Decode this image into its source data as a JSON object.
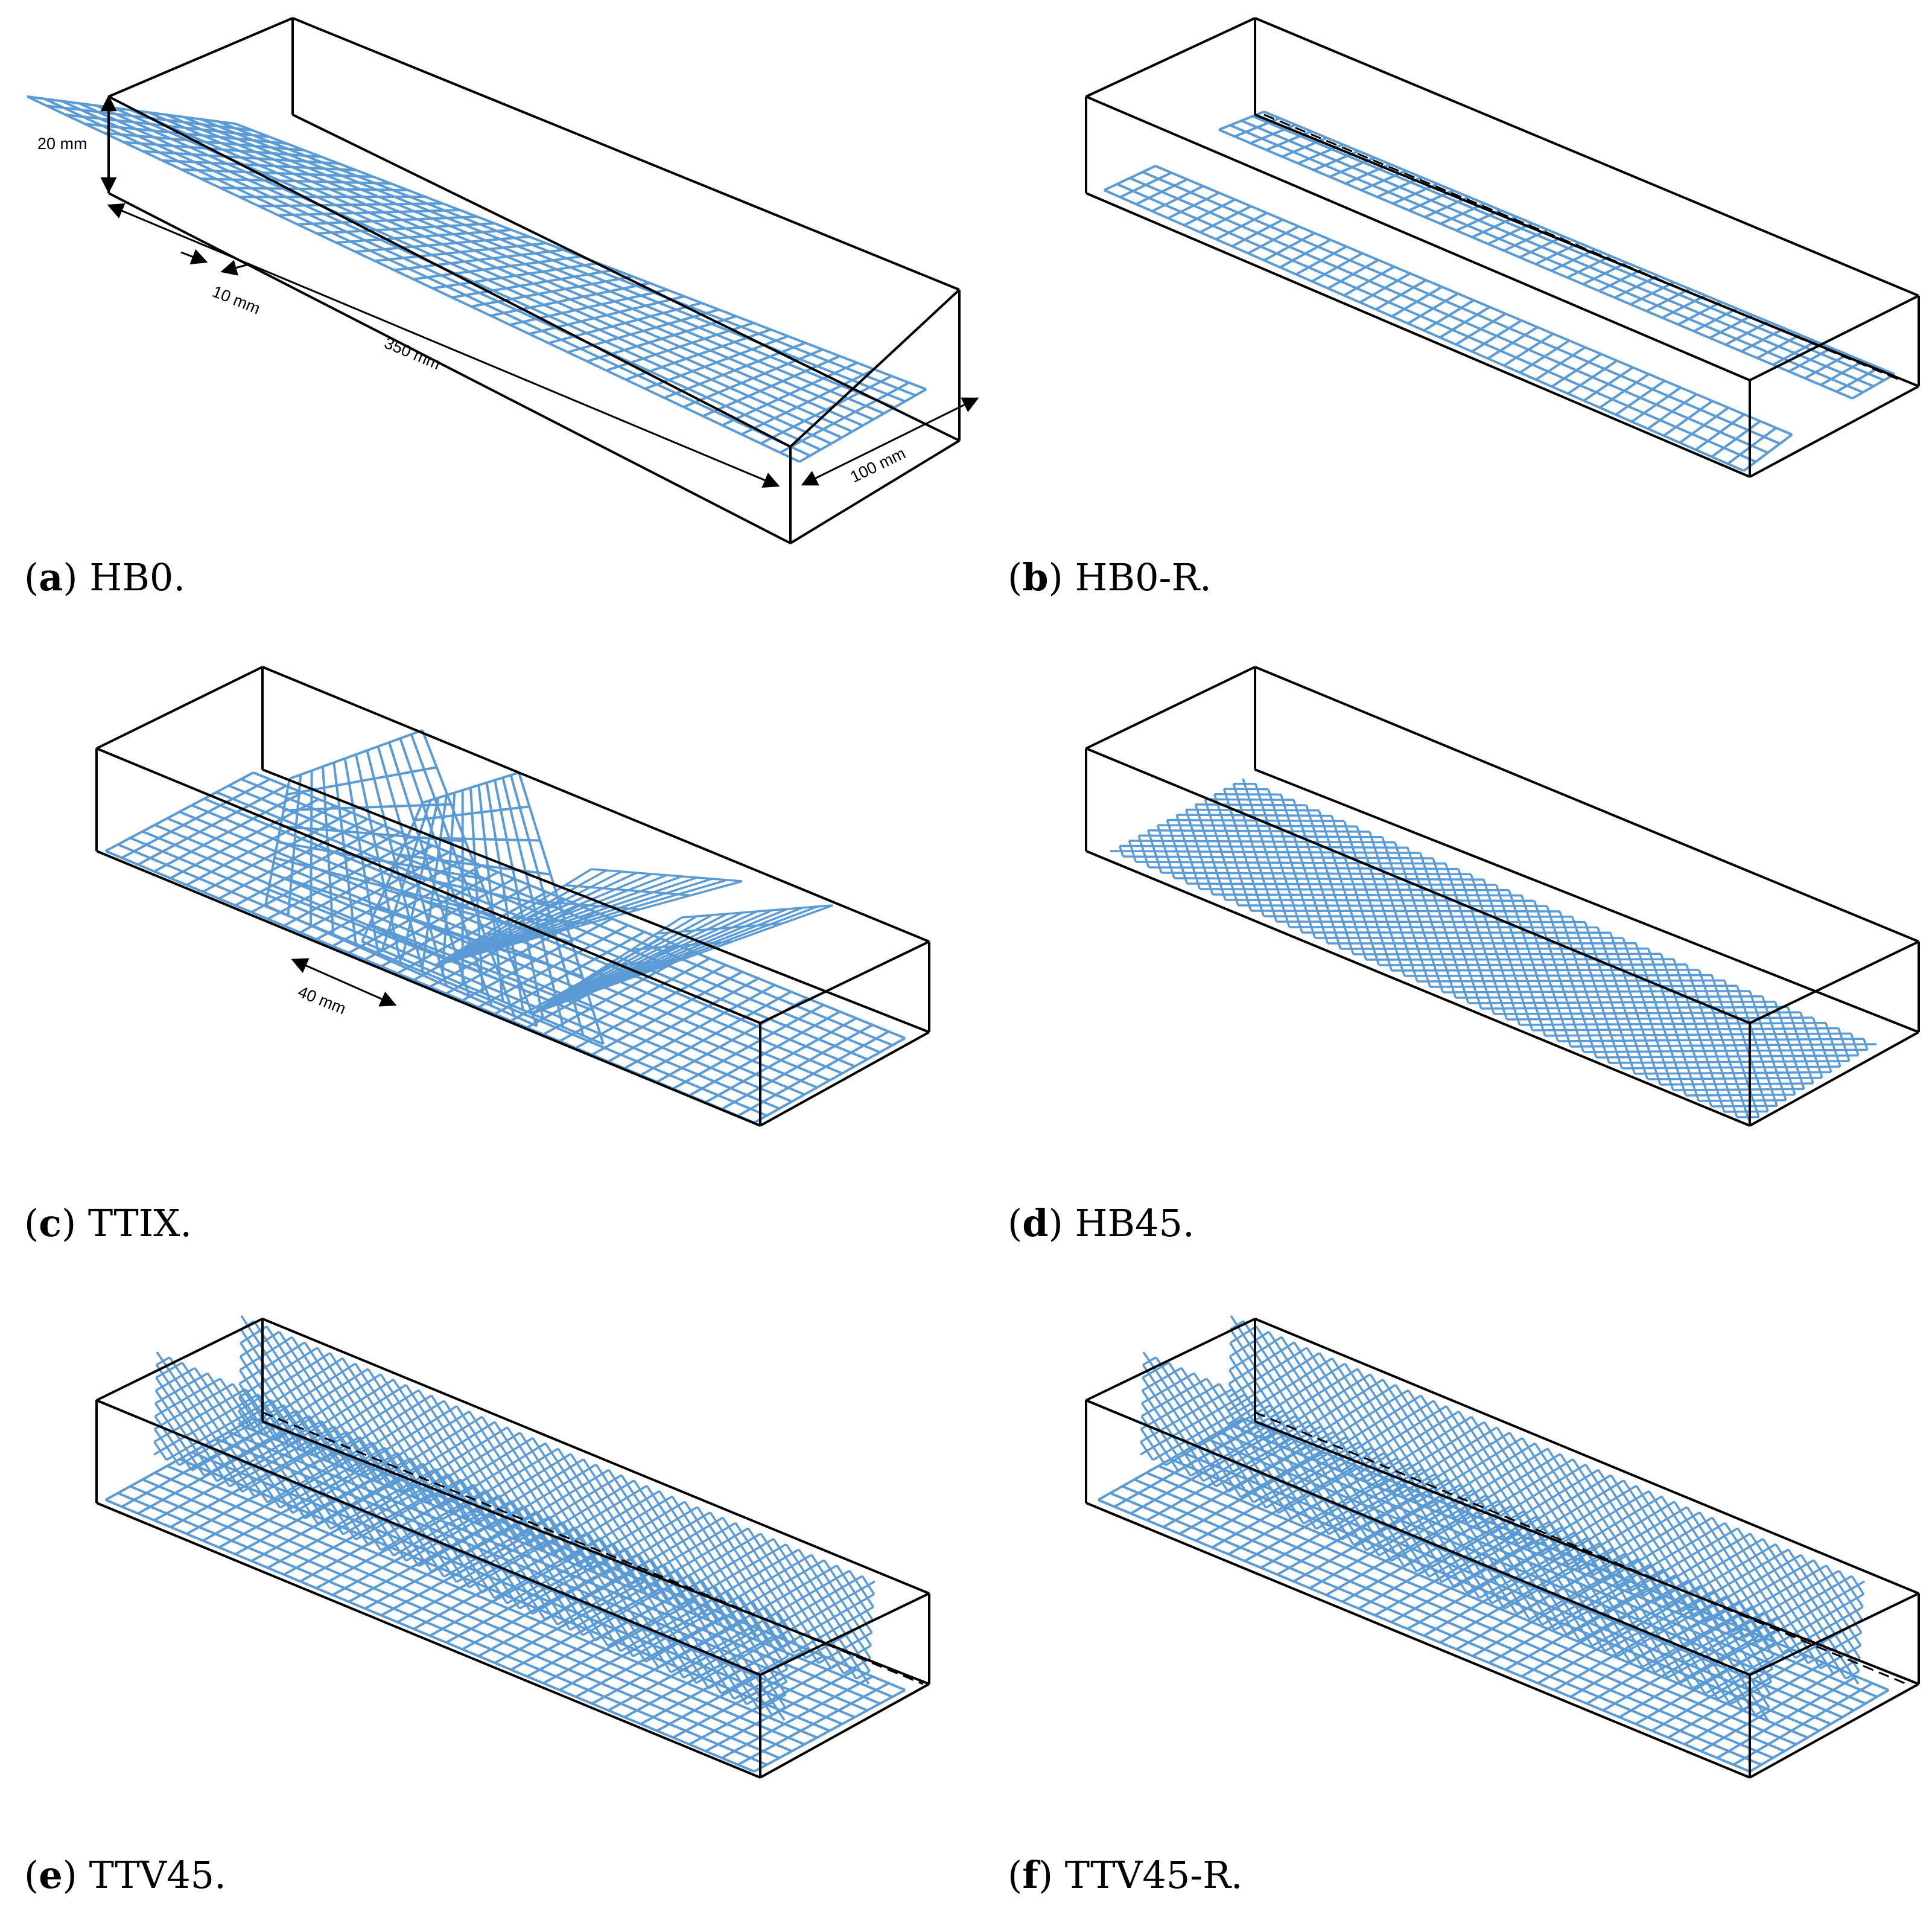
{
  "mesh_color": "#5b9bd5",
  "box_color": "#000000",
  "panels": [
    {
      "id": "a",
      "letter": "a",
      "label": "HB0.",
      "dims": {
        "height": "20 mm",
        "spacing": "10 mm",
        "length": "350 mm",
        "width": "100 mm"
      }
    },
    {
      "id": "b",
      "letter": "b",
      "label": "HB0-R."
    },
    {
      "id": "c",
      "letter": "c",
      "label": "TTIX.",
      "dims": {
        "offset": "40 mm"
      }
    },
    {
      "id": "d",
      "letter": "d",
      "label": "HB45."
    },
    {
      "id": "e",
      "letter": "e",
      "label": "TTV45."
    },
    {
      "id": "f",
      "letter": "f",
      "label": "TTV45-R."
    }
  ]
}
